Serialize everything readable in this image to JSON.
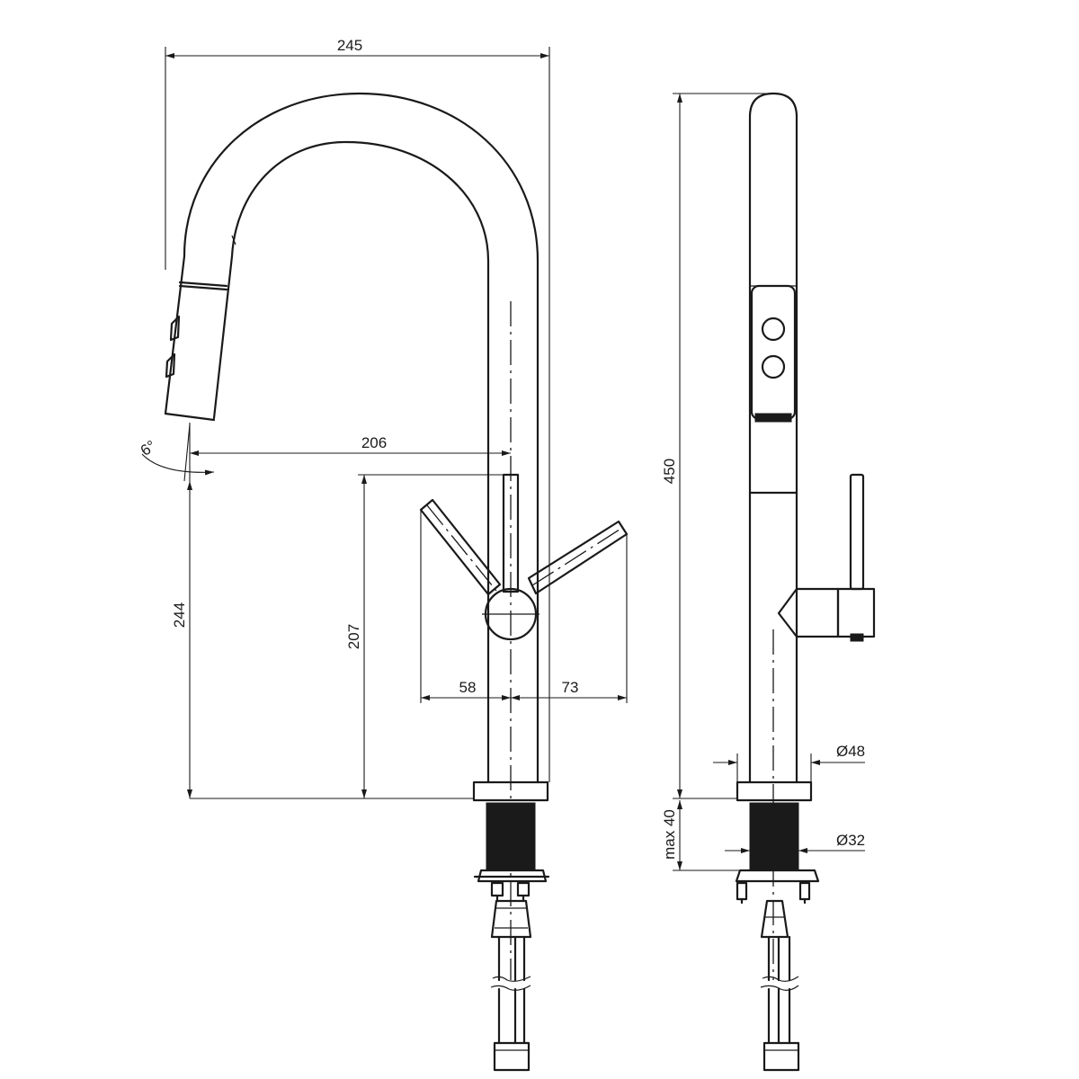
{
  "dimensions": {
    "overall_width": "245",
    "spout_reach": "206",
    "spout_height": "244",
    "handle_height": "207",
    "handle_left": "58",
    "handle_right": "73",
    "total_height": "450",
    "body_diameter": "Ø48",
    "thread_diameter": "Ø32",
    "max_thickness": "max 40",
    "tilt_angle": "6°"
  },
  "colors": {
    "line": "#1a1a1a",
    "background": "#ffffff"
  }
}
